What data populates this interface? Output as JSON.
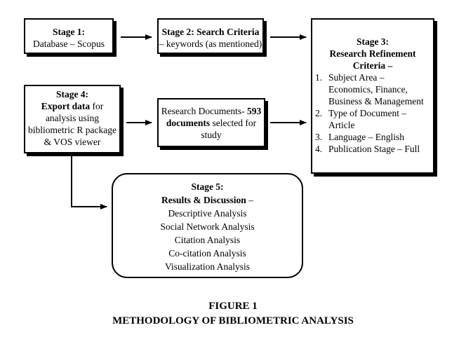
{
  "stage1": {
    "title": "Stage 1:",
    "line": "Database – Scopus"
  },
  "stage2": {
    "title": "Stage 2: Search Criteria",
    "line": "– keywords (as mentioned)"
  },
  "stage3": {
    "title1": "Stage 3:",
    "title2": "Research Refinement",
    "title3": "Criteria –",
    "items": [
      {
        "num": "1.",
        "text": "Subject Area – Economics, Finance, Business & Management"
      },
      {
        "num": "2.",
        "text": "Type of Document – Article"
      },
      {
        "num": "3.",
        "text": "Language – English"
      },
      {
        "num": "4.",
        "text": "Publication Stage – Full"
      }
    ]
  },
  "stage4": {
    "title": "Stage 4:",
    "bold": "Export data",
    "rest1": " for",
    "line2": "analysis using",
    "line3": "bibliometric R package",
    "line4": "& VOS viewer"
  },
  "research_docs": {
    "pre": "Research Documents- ",
    "count": "593",
    "bold2": "documents",
    "rest": " selected for",
    "line3": "study"
  },
  "stage5": {
    "title": "Stage 5:",
    "bold": "Results & Discussion",
    "dash": " –",
    "items": [
      "Descriptive Analysis",
      "Social Network Analysis",
      "Citation Analysis",
      "Co-citation Analysis",
      "Visualization Analysis"
    ]
  },
  "caption": {
    "figure": "FIGURE 1",
    "title": "METHODOLOGY OF BIBLIOMETRIC ANALYSIS"
  }
}
